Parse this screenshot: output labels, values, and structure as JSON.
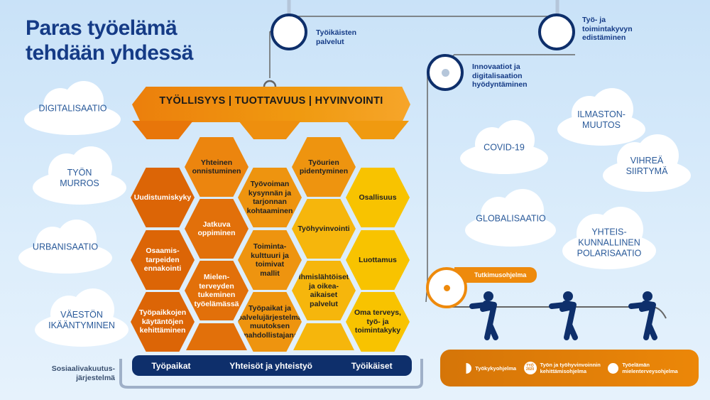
{
  "title": {
    "line1": "Paras työelämä",
    "line2": "tehdään yhdessä"
  },
  "banner": "TYÖLLISYYS | TUOTTAVUUS | HYVINVOINTI",
  "hexagons": {
    "c1": [
      "Uudistumiskyky",
      "Osaamis-\ntarpeiden\nennakointi",
      "Työpaikkojen\nkäytäntöjen\nkehittäminen"
    ],
    "c2": [
      "Yhteinen\nonnistuminen",
      "Jatkuva\noppiminen",
      "Mielen-\nterveyden\ntukeminen\ntyöelämässä"
    ],
    "c3": [
      "Työvoiman\nkysynnän ja\ntarjonnan\nkohtaaminen",
      "Toiminta-\nkulttuuri ja\ntoimivat mallit",
      "Työpaikat ja\npalvelujärjestelmä\nmuutoksen\nmahdollistajana"
    ],
    "c4": [
      "Työurien\npidentyminen",
      "Työhyvinvointi",
      "Ihmislähtöiset\nja oikea-aikaiset\npalvelut"
    ],
    "c5": [
      "Osallisuus",
      "Luottamus",
      "Oma terveys,\ntyö- ja\ntoimintakyky"
    ]
  },
  "base_bar": [
    "Työpaikat",
    "Yhteisöt ja yhteistyö",
    "Työikäiset"
  ],
  "bracket_label": "Sosiaalivakuutus-\njärjestelmä",
  "pulleys": [
    "Työikäisten\npalvelut",
    "Työ- ja\ntoimintakyvyn\nedistäminen",
    "Innovaatiot ja\ndigitalisaation\nhyödyntäminen"
  ],
  "research": "Tutkimusohjelma",
  "clouds": [
    "DIGITALISAATIO",
    "TYÖN\nMURROS",
    "URBANISAATIO",
    "VÄESTÖN\nIKÄÄNTYMINEN",
    "COVID-19",
    "ILMASTON-\nMUUTOS",
    "VIHREÄ\nSIIRTYMÄ",
    "GLOBALISAATIO",
    "YHTEIS-\nKUNNALLINEN\nPOLARISAATIO"
  ],
  "programmes": [
    "Työkykyohjelma",
    "Työn ja työhyvinvoinnin\nkehittämisohjelma",
    "Työelämän\nmielenterveysohjelma"
  ],
  "programme_logo_text": "TYÖ 2020",
  "colors": {
    "navy": "#0e2f6b",
    "orange": "#ee8a0c",
    "yellow": "#f8c300"
  }
}
